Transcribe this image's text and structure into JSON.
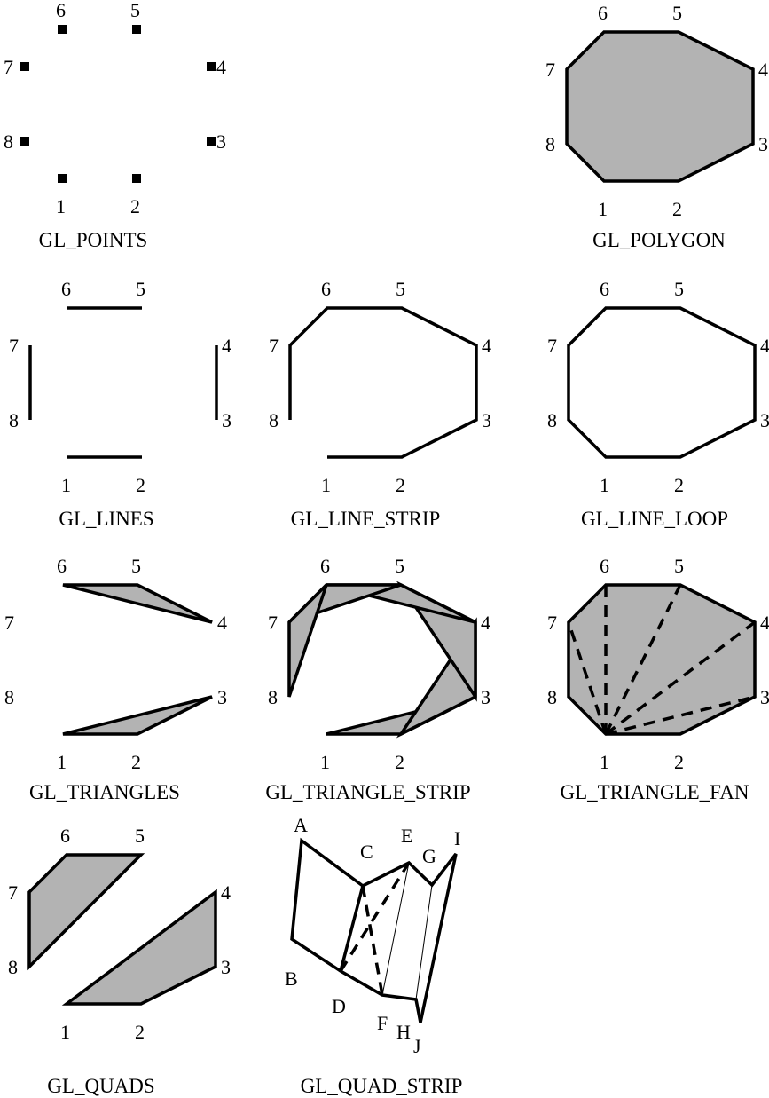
{
  "colors": {
    "fill": "#b3b3b3",
    "line": "#000000",
    "background": "#ffffff"
  },
  "vertex_labels": [
    "1",
    "2",
    "3",
    "4",
    "5",
    "6",
    "7",
    "8"
  ],
  "panels": [
    {
      "id": "points",
      "caption": "GL_POINTS"
    },
    {
      "id": "polygon",
      "caption": "GL_POLYGON"
    },
    {
      "id": "lines",
      "caption": "GL_LINES"
    },
    {
      "id": "line-strip",
      "caption": "GL_LINE_STRIP"
    },
    {
      "id": "line-loop",
      "caption": "GL_LINE_LOOP"
    },
    {
      "id": "triangles",
      "caption": "GL_TRIANGLES"
    },
    {
      "id": "triangle-strip",
      "caption": "GL_TRIANGLE_STRIP"
    },
    {
      "id": "triangle-fan",
      "caption": "GL_TRIANGLE_FAN"
    },
    {
      "id": "quads",
      "caption": "GL_QUADS"
    },
    {
      "id": "quad-strip",
      "caption": "GL_QUAD_STRIP"
    }
  ],
  "quad_strip_labels": [
    "A",
    "B",
    "C",
    "D",
    "E",
    "F",
    "G",
    "H",
    "I",
    "J"
  ]
}
